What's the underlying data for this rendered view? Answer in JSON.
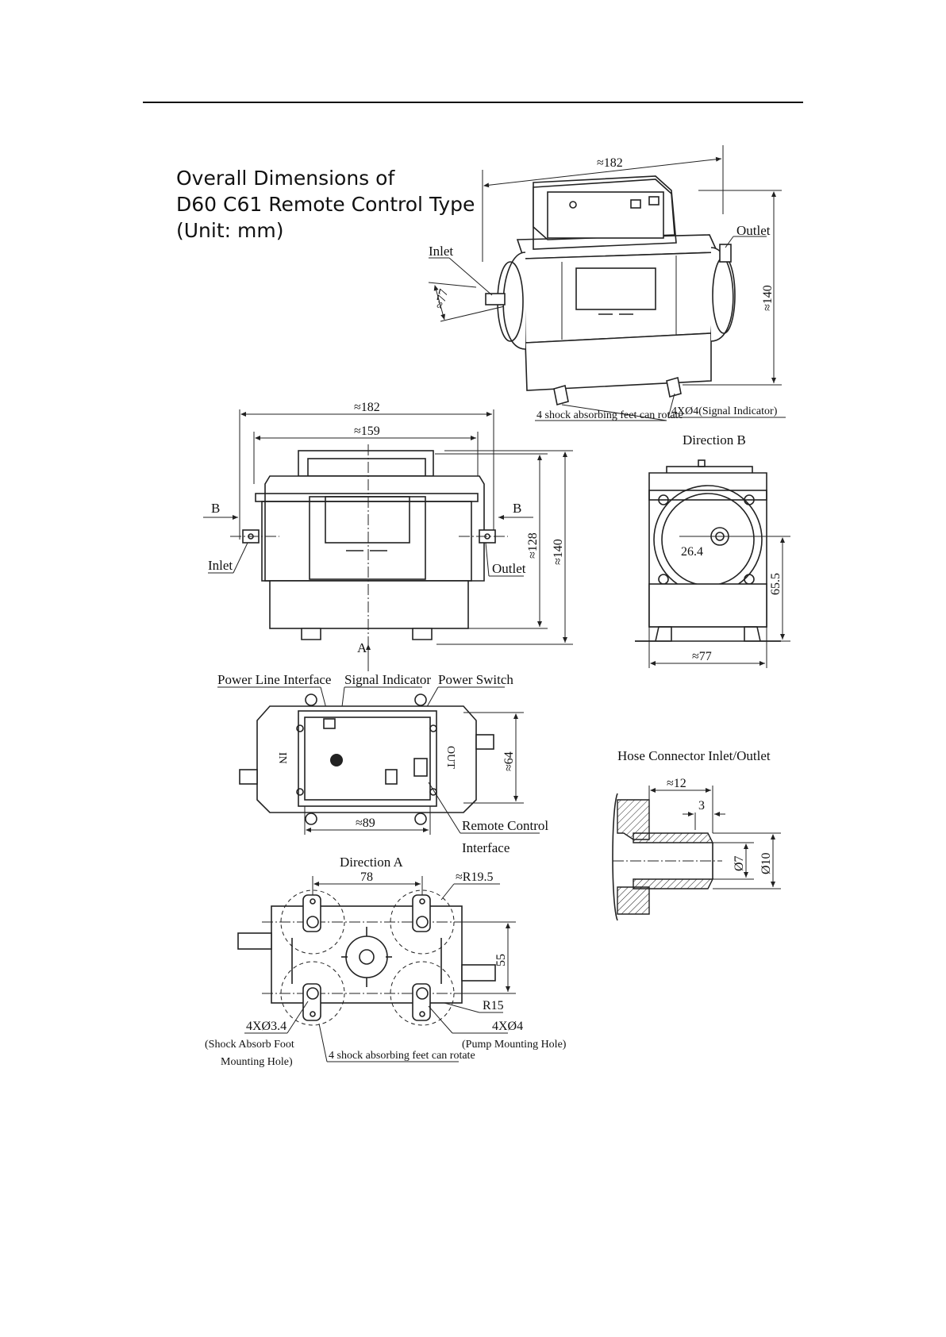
{
  "header": {
    "title_lines": [
      "Overall Dimensions of",
      "D60 C61 Remote Control Type",
      "(Unit: mm)"
    ]
  },
  "iso_view": {
    "width_dim": "≈182",
    "height_dim": "≈140",
    "depth_dim": "≈77",
    "inlet_label": "Inlet",
    "outlet_label": "Outlet",
    "feet_note": "4 shock absorbing feet can rotate",
    "hole_note": "4XØ4(Signal Indicator)"
  },
  "front_view": {
    "overall_width": "≈182",
    "body_width": "≈159",
    "height_body": "≈128",
    "height_total": "≈140",
    "inlet_label": "Inlet",
    "outlet_label": "Outlet",
    "arrow_b_left": "B",
    "arrow_b_right": "B",
    "arrow_a": "A"
  },
  "side_view": {
    "title": "Direction B",
    "port_dim": "26.4",
    "height_dim": "65.5",
    "width_dim": "≈77"
  },
  "top_view": {
    "power_line_label": "Power Line Interface",
    "signal_label": "Signal Indicator",
    "power_switch_label": "Power Switch",
    "remote_label_1": "Remote Control",
    "remote_label_2": "Interface",
    "width_dim": "≈89",
    "height_dim": "≈64",
    "in_text": "IN",
    "out_text": "OUT"
  },
  "hose_view": {
    "title": "Hose Connector Inlet/Outlet",
    "length_dim": "≈12",
    "lip_dim": "3",
    "inner_dia": "Ø7",
    "outer_dia": "Ø10"
  },
  "bottom_view": {
    "title": "Direction A",
    "spacing_x": "78",
    "spacing_y": "55",
    "radius_large": "≈R19.5",
    "radius_small": "R15",
    "foot_hole": "4XØ3.4",
    "foot_note_1": "(Shock Absorb Foot",
    "foot_note_2": "Mounting Hole)",
    "pump_hole": "4XØ4",
    "pump_note": "(Pump Mounting Hole)",
    "feet_note": "4 shock absorbing feet can rotate"
  }
}
